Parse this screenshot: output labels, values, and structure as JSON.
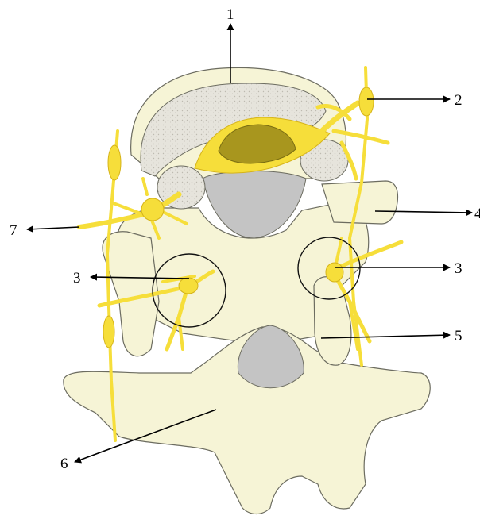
{
  "labels": {
    "l1": "1",
    "l2": "2",
    "l3_left": "3",
    "l3_right": "3",
    "l4": "4",
    "l5": "5",
    "l6": "6",
    "l7": "7"
  },
  "colors": {
    "bone": "#f6f4d6",
    "bone_outline": "#6c6c60",
    "nerve": "#f6de3a",
    "nerve_dark": "#d6b41a",
    "cord": "#a8961e",
    "dura_speckle": "#e3e1d8",
    "canal_gray": "#c4c4c4",
    "arrow": "#000000"
  }
}
